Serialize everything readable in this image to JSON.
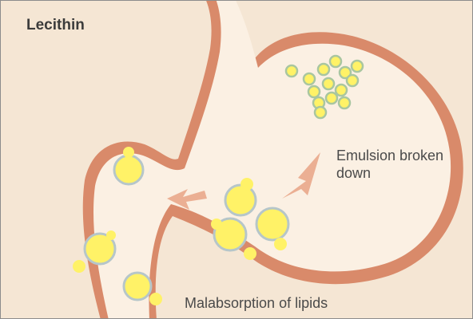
{
  "title": "Lecithin",
  "labels": {
    "emulsion_line1": "Emulsion broken",
    "emulsion_line2": "down",
    "malabsorption": "Malabsorption of lipids"
  },
  "colors": {
    "background": "#f5e6d4",
    "stomach_wall": "#d98a6a",
    "stomach_lining": "#fbf0e3",
    "lipid_droplet": "#fff267",
    "droplet_edge": "#b6c6c9",
    "arrow": "#e8a385"
  }
}
